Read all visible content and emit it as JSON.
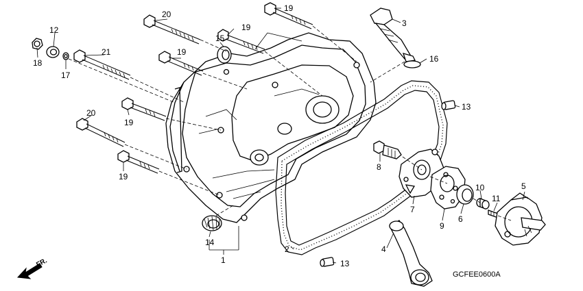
{
  "callouts": [
    "20",
    "19",
    "12",
    "18",
    "17",
    "21",
    "15",
    "19",
    "19",
    "3",
    "16",
    "13",
    "20",
    "19",
    "19",
    "8",
    "10",
    "11",
    "5",
    "9",
    "6",
    "7",
    "14",
    "1",
    "2",
    "4",
    "13"
  ],
  "diagram_code": "GCFEE0600A",
  "front_label": "FR."
}
